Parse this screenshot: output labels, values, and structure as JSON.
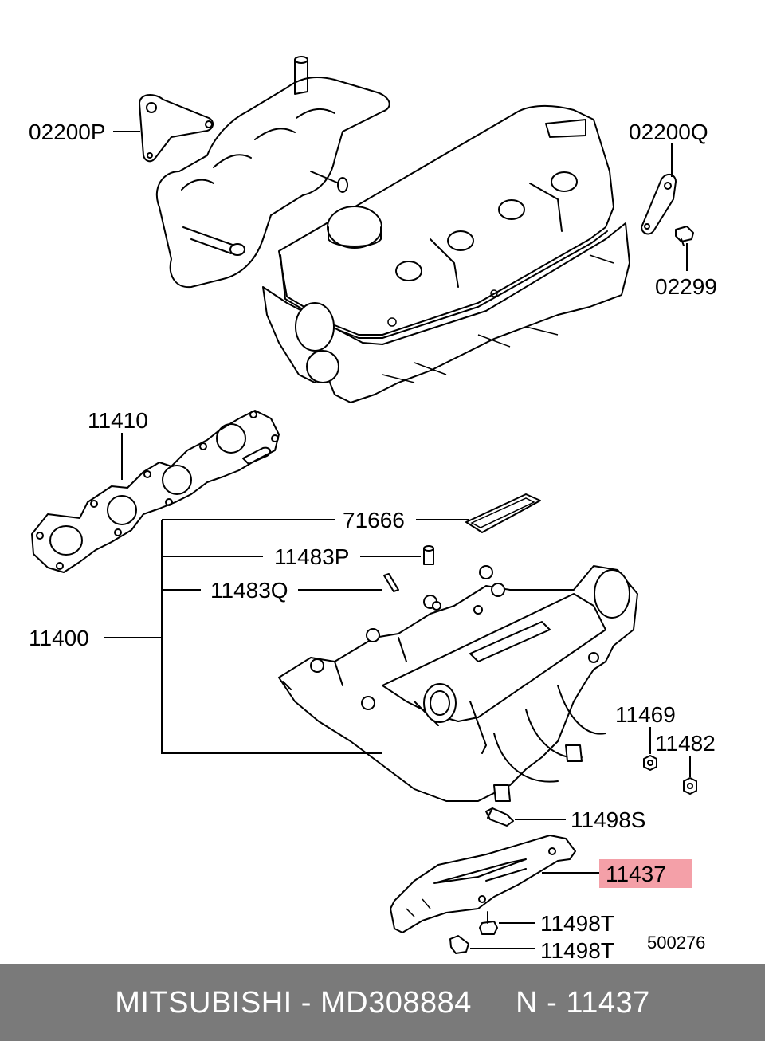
{
  "labels": {
    "p02200P": "02200P",
    "p02200Q": "02200Q",
    "p02299": "02299",
    "p11410": "11410",
    "p71666": "71666",
    "p11483P": "11483P",
    "p11483Q": "11483Q",
    "p11400": "11400",
    "p11469": "11469",
    "p11482": "11482",
    "p11498S": "11498S",
    "p11437": "11437",
    "p11498T_a": "11498T",
    "p11498T_b": "11498T"
  },
  "diagram_code": "500276",
  "highlight_color": "#f4a0a8",
  "footer": {
    "text": "MITSUBISHI - MD308884     N - 11437",
    "background": "#7a7a7a"
  }
}
